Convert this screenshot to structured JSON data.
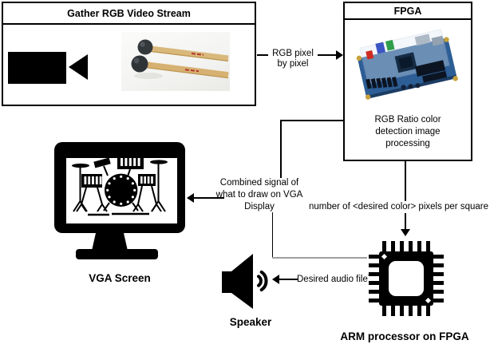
{
  "boxes": {
    "gather": {
      "title": "Gather RGB Video Stream"
    },
    "fpga": {
      "title": "FPGA",
      "caption": "RGB Ratio color detection image processing"
    }
  },
  "nodes": {
    "vga": {
      "label": "VGA Screen"
    },
    "speaker": {
      "label": "Speaker"
    },
    "arm": {
      "label": "ARM processor on FPGA"
    }
  },
  "edges": {
    "rgb_pixel": {
      "label": "RGB pixel by pixel"
    },
    "combined": {
      "label": "Combined signal of what to draw on VGA Display"
    },
    "pixels": {
      "label": "number of <desired color> pixels per square"
    },
    "audio": {
      "label": "Desired audio file¯"
    }
  },
  "icons": {
    "video_camera": "black video-camera glyph",
    "mallets_photo": "photo of two percussion mallets, dark heads, wooden shafts",
    "fpga_board_photo": "photo of blue FPGA development board with acrylic cover",
    "monitor_drumkit": "black monitor glyph showing drum kit silhouette",
    "speaker": "black speaker glyph with sound waves",
    "chip": "black processor chip glyph with pins"
  },
  "colors": {
    "stroke": "#000000",
    "gray_connector": "#9e9e9e",
    "background": "#ffffff",
    "board_blue": "#2d5e95",
    "mallet_wood": "#d9b87b"
  }
}
